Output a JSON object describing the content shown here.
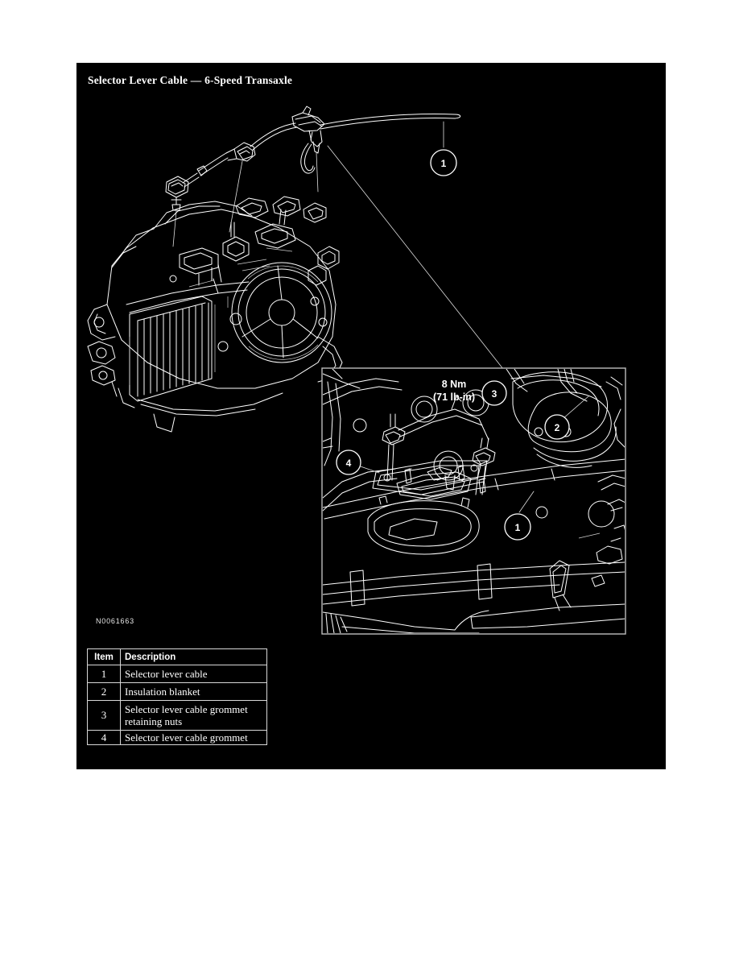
{
  "figure": {
    "title": "Selector Lever Cable — 6-Speed Transaxle",
    "id_label": "N0061663",
    "torque": {
      "metric": "8 Nm",
      "imperial": "(71 lb-in)"
    },
    "callouts": {
      "main_cable": "1",
      "inset_cable": "1",
      "insulation_blanket": "2",
      "retaining_nuts": "3",
      "grommet": "4"
    }
  },
  "legend": {
    "headers": {
      "item": "Item",
      "description": "Description"
    },
    "rows": [
      {
        "item": "1",
        "description": "Selector lever cable"
      },
      {
        "item": "2",
        "description": "Insulation blanket"
      },
      {
        "item": "3",
        "description": "Selector lever cable grommet retaining nuts"
      },
      {
        "item": "4",
        "description": "Selector lever cable grommet"
      }
    ]
  },
  "colors": {
    "panel_background": "#000000",
    "line_art": "#ffffff",
    "page_background": "#ffffff"
  }
}
